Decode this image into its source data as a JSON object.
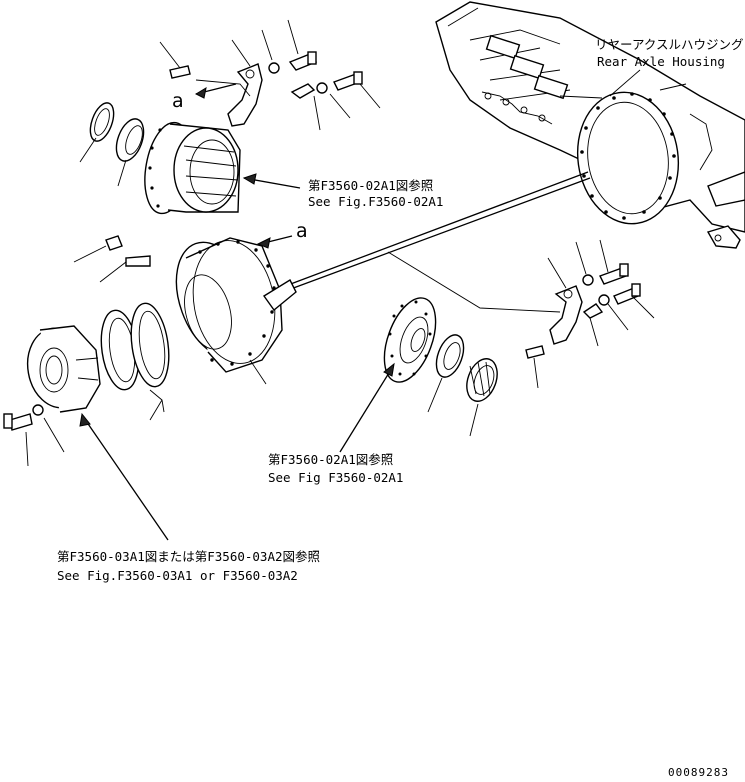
{
  "housing_label": {
    "jp": "リヤーアクスルハウジング",
    "en": "Rear Axle Housing"
  },
  "ref_upper": {
    "jp": "第F3560-02A1図参照",
    "en": "See Fig.F3560-02A1"
  },
  "ref_middle": {
    "jp": "第F3560-02A1図参照",
    "en": "See Fig F3560-02A1"
  },
  "ref_lower": {
    "jp": "第F3560-03A1図または第F3560-03A2図参照",
    "en": "See Fig.F3560-03A1 or F3560-03A2"
  },
  "callout_a": "a",
  "document_number": "00089283"
}
